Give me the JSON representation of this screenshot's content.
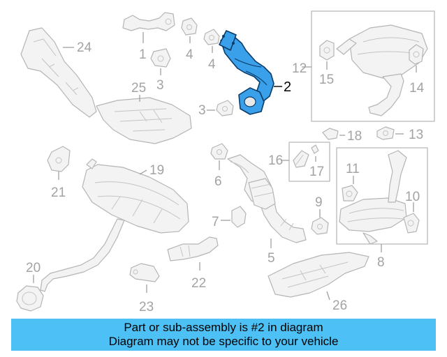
{
  "diagram": {
    "highlight_color": "#3aa0ea",
    "callouts": {
      "c1": "1",
      "c2": "2",
      "c3a": "3",
      "c3b": "3",
      "c4a": "4",
      "c4b": "4",
      "c5": "5",
      "c6": "6",
      "c7": "7",
      "c8": "8",
      "c9": "9",
      "c10": "10",
      "c11": "11",
      "c12": "12",
      "c13": "13",
      "c14": "14",
      "c15": "15",
      "c16": "16",
      "c17": "17",
      "c18": "18",
      "c19": "19",
      "c20": "20",
      "c21": "21",
      "c22": "22",
      "c23": "23",
      "c24": "24",
      "c25": "25",
      "c26": "26"
    }
  },
  "banner": {
    "line1": "Part or sub-assembly is #2 in diagram",
    "line2": "Diagram may not be specific to your vehicle",
    "color": "#4dc0f5"
  }
}
